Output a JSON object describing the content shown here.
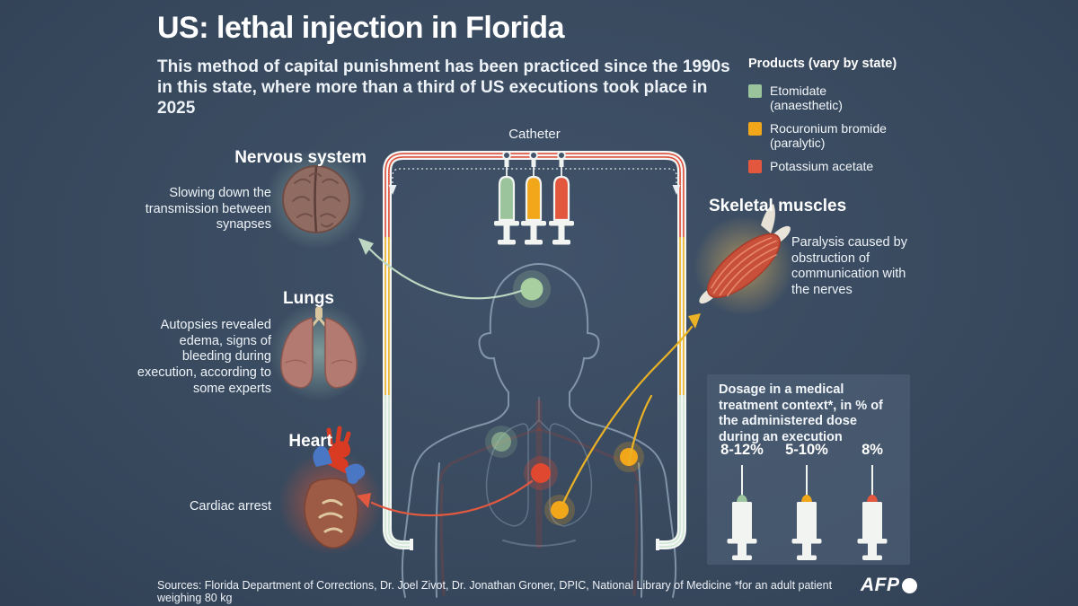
{
  "title": "US: lethal injection in Florida",
  "subtitle": "This method of capital punishment has been practiced since the 1990s in this state, where more than a third of US executions took place in 2025",
  "legend": {
    "title": "Products (vary by state)",
    "items": [
      {
        "label": "Etomidate (anaesthetic)",
        "color": "#9cc49c"
      },
      {
        "label": "Rocuronium bromide (paralytic)",
        "color": "#f2a71b"
      },
      {
        "label": "Potassium acetate",
        "color": "#e4573f"
      }
    ]
  },
  "diagram": {
    "catheter_label": "Catheter",
    "sections": {
      "nervous": {
        "heading": "Nervous system",
        "description": "Slowing down the transmission between synapses"
      },
      "lungs": {
        "heading": "Lungs",
        "description": "Autopsies revealed edema, signs of bleeding during execution, according to some experts"
      },
      "heart": {
        "heading": "Heart",
        "description": "Cardiac arrest"
      },
      "muscles": {
        "heading": "Skeletal muscles",
        "description": "Paralysis caused by obstruction of communication with the nerves"
      }
    }
  },
  "dosage": {
    "title": "Dosage in a medical treatment context*, in % of the administered dose during an execution",
    "items": [
      {
        "product": "Etomidate",
        "value": "8-12%",
        "color": "#9cc49c"
      },
      {
        "product": "Rocuronium bromide",
        "value": "5-10%",
        "color": "#f2a71b"
      },
      {
        "product": "Potassium acetate",
        "value": "8%",
        "color": "#e4573f"
      }
    ]
  },
  "footer": {
    "sources": "Sources: Florida Department of Corrections, Dr. Joel Zivot, Dr. Jonathan Groner, DPIC, National Library of Medicine *for an adult patient weighing 80 kg",
    "logo": "AFP"
  },
  "colors": {
    "background": "#394a5f",
    "panel": "#4c5e74",
    "tube_red": "#df4f3b",
    "tube_yellow": "#ecb226",
    "tube_mint": "#dcebdd",
    "text": "#ffffff"
  }
}
